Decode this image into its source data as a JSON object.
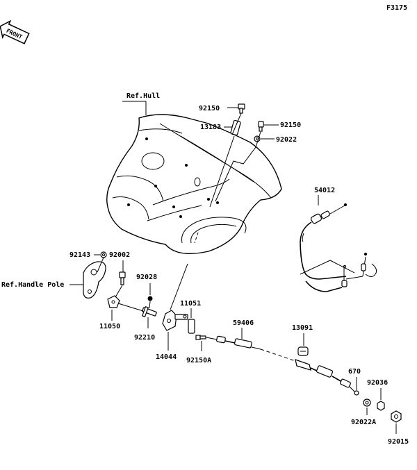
{
  "figure_code": "F3175",
  "front_label": "FRONT",
  "ref_hull": "Ref.Hull",
  "ref_handle_pole": "Ref.Handle Pole",
  "parts": {
    "p92150_top": "92150",
    "p13183": "13183",
    "p92150_right": "92150",
    "p92022": "92022",
    "p54012": "54012",
    "p92143": "92143",
    "p92002": "92002",
    "p92028": "92028",
    "p11051": "11051",
    "p11050": "11050",
    "p92210": "92210",
    "p14044": "14044",
    "p92150A": "92150A",
    "p59406": "59406",
    "p13091": "13091",
    "p670": "670",
    "p92036": "92036",
    "p92022A": "92022A",
    "p92015": "92015"
  }
}
